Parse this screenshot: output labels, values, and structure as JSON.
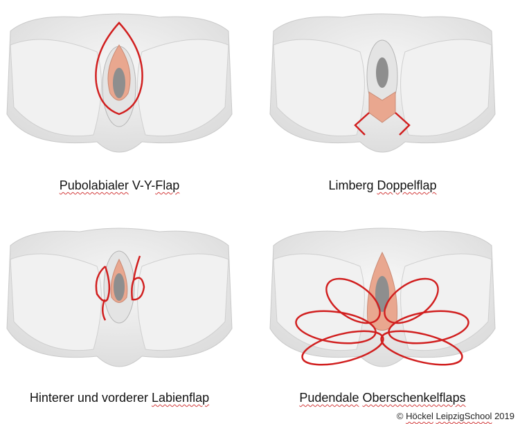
{
  "colors": {
    "incision": "#d11f1f",
    "flap_fill": "#e9a78f",
    "skin": "#ededed",
    "skin_shadow": "#b9b9b9"
  },
  "panels": [
    {
      "caption_parts": [
        {
          "text": "Pubolabialer",
          "flag": true
        },
        {
          "text": " V-Y-",
          "flag": false
        },
        {
          "text": "Flap",
          "flag": true
        }
      ]
    },
    {
      "caption_parts": [
        {
          "text": "Limberg",
          "flag": false
        },
        {
          "text": " ",
          "flag": false
        },
        {
          "text": "Doppelflap",
          "flag": true
        }
      ]
    },
    {
      "caption_parts": [
        {
          "text": "Hinterer",
          "flag": false
        },
        {
          "text": " und ",
          "flag": false
        },
        {
          "text": "vorderer",
          "flag": false
        },
        {
          "text": " ",
          "flag": false
        },
        {
          "text": "Labienflap",
          "flag": true
        }
      ]
    },
    {
      "caption_parts": [
        {
          "text": "Pudendale",
          "flag": true
        },
        {
          "text": " ",
          "flag": false
        },
        {
          "text": "Oberschenkelflaps",
          "flag": true
        }
      ]
    }
  ],
  "copyright": {
    "prefix": "© ",
    "name": "Höckel",
    "middle": " ",
    "school": "LeipzigSchool",
    "year": " 2019"
  }
}
